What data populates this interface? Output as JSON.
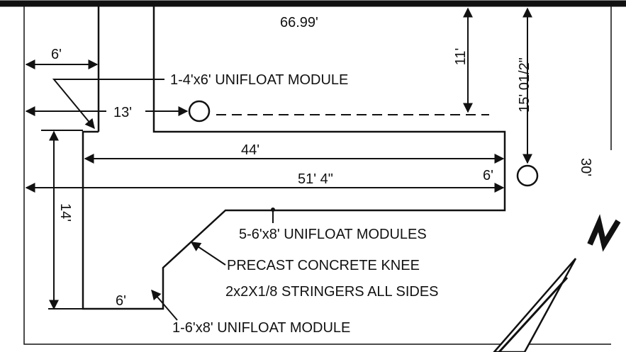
{
  "colors": {
    "ink": "#111111",
    "background": "#ffffff"
  },
  "icons": {
    "north": "north-arrow-icon",
    "marker": "circle-marker-icon"
  },
  "dimensions": {
    "shoreline_length": "66.99'",
    "top_width": "6'",
    "offset_13": "13'",
    "dock_11": "11'",
    "depth_15": "15' 01/2\"",
    "total_30": "30'",
    "length_44": "44'",
    "length_51": "51' 4\"",
    "end_6": "6'",
    "height_14": "14'",
    "bottom_6": "6'"
  },
  "callouts": {
    "module_small": "1-4'x6' UNIFLOAT MODULE",
    "modules_five": "5-6'x8' UNIFLOAT MODULES",
    "knee": "PRECAST CONCRETE KNEE",
    "stringers": "2x2X1/8 STRINGERS ALL SIDES",
    "module_bottom": "1-6'x8' UNIFLOAT MODULE"
  }
}
